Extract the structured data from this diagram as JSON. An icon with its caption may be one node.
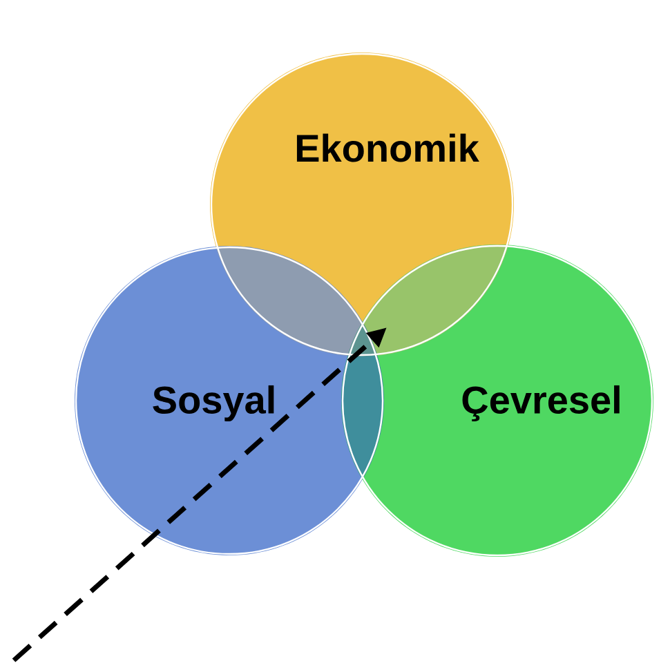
{
  "diagram": {
    "nodes": [
      {
        "text": [
          "Ekonomik"
        ]
      },
      {
        "text": [
          "Sosyal"
        ]
      },
      {
        "text": [
          "Çevresel"
        ]
      }
    ]
  }
}
